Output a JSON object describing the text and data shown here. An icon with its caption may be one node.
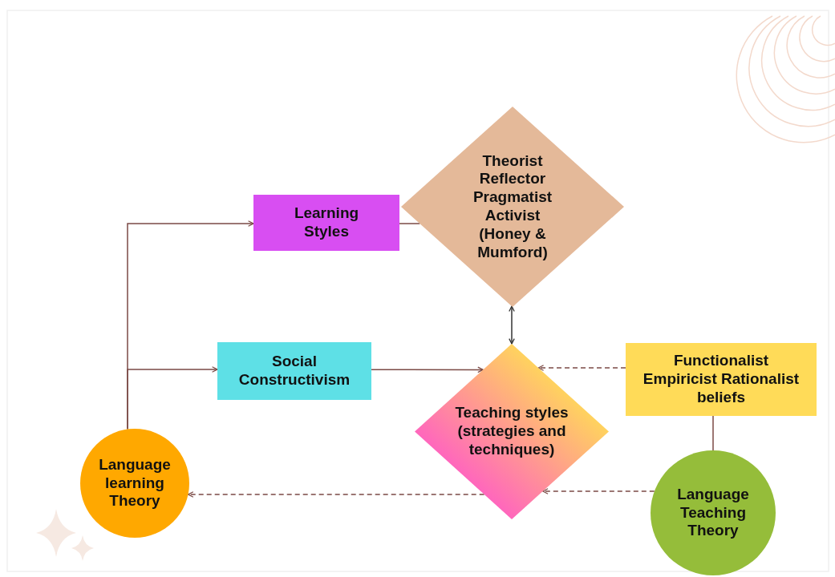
{
  "diagram": {
    "nodes": [
      {
        "text": [
          "Learning Styles"
        ]
      },
      {
        "text": [
          "Theorist Reflector Pragmatist Activist (Honey & Mumford)"
        ]
      },
      {
        "text": [
          "Social Constructivism"
        ]
      },
      {
        "text": [
          "Teaching styles (strategies and techniques)"
        ]
      },
      {
        "text": [
          "Functionalist Empiricist Rationalist beliefs"
        ]
      },
      {
        "text": [
          "Language learning Theory"
        ]
      },
      {
        "text": [
          "Language Teaching Theory"
        ]
      }
    ],
    "edges": [
      {
        "from": 5,
        "to": 0,
        "arrow": "to"
      },
      {
        "from": 5,
        "to": 2,
        "arrow": "to"
      },
      {
        "from": 0,
        "to": 1,
        "arrow": "none"
      },
      {
        "from": 2,
        "to": 3,
        "arrow": "to"
      },
      {
        "from": 1,
        "to": 3,
        "arrow": "both",
        "color": "#333333"
      },
      {
        "from": 4,
        "to": 3,
        "arrow": "to",
        "style": "dashed"
      },
      {
        "from": 4,
        "to": 6,
        "arrow": "none"
      },
      {
        "from": 6,
        "to": 3,
        "arrow": "to",
        "style": "dashed"
      },
      {
        "from": 3,
        "to": 5,
        "arrow": "to",
        "style": "dashed"
      }
    ]
  }
}
